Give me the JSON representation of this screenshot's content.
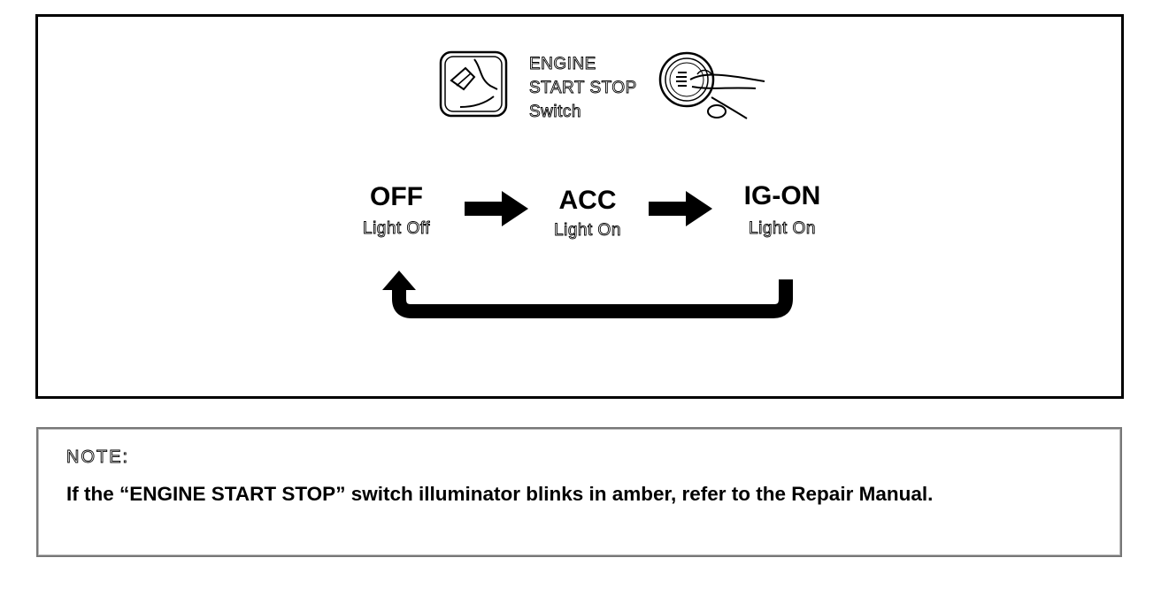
{
  "legend": {
    "icon": "hand-pressing-button-icon",
    "switch_icon": "engine-start-stop-button-icon",
    "line1": "ENGINE",
    "line2": "START STOP",
    "line3": "Switch"
  },
  "states": [
    {
      "name": "OFF",
      "light": "Light Off"
    },
    {
      "name": "ACC",
      "light": "Light On"
    },
    {
      "name": "IG-ON",
      "light": "Light On"
    }
  ],
  "note": {
    "label": "NOTE:",
    "text": "If the “ENGINE START STOP” switch illuminator blinks in amber, refer to the Repair Manual."
  }
}
